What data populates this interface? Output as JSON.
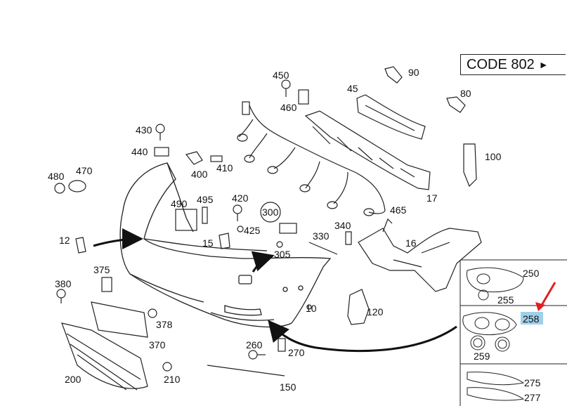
{
  "diagram": {
    "code_label": "CODE 802",
    "code_arrow_icon": "triangle-right-icon",
    "highlight_color": "#9fd0ea",
    "pointer_arrow_color": "#e02020",
    "highlighted_part": "258",
    "labels": {
      "p450": "450",
      "p460": "460",
      "p90": "90",
      "p45": "45",
      "p80": "80",
      "p430": "430",
      "p440": "440",
      "p400": "400",
      "p410": "410",
      "p480": "480",
      "p470": "470",
      "p490": "490",
      "p495": "495",
      "p420": "420",
      "p425": "425",
      "p300": "300",
      "p305": "305",
      "p330": "330",
      "p340": "340",
      "p465": "465",
      "p17": "17",
      "p100": "100",
      "p16": "16",
      "p12": "12",
      "p15": "15",
      "p375": "375",
      "p380": "380",
      "p378": "378",
      "p370": "370",
      "p200": "200",
      "p210": "210",
      "p260": "260",
      "p270": "270",
      "p150": "150",
      "p10": "10",
      "p120": "120",
      "p250": "250",
      "p255": "255",
      "p258": "258",
      "p259": "259",
      "p275": "275",
      "p277": "277"
    }
  }
}
